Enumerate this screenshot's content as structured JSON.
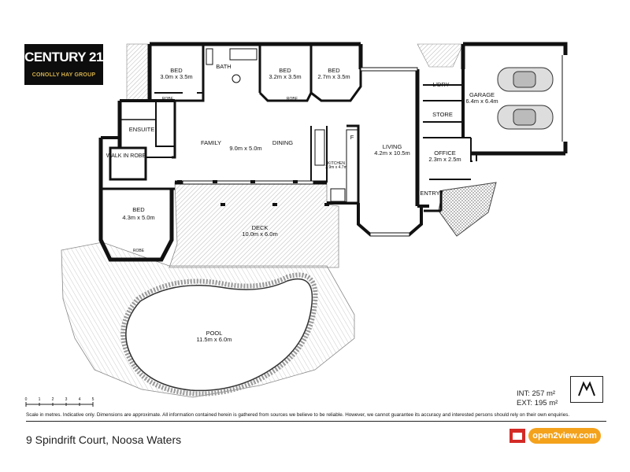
{
  "logo": {
    "brand": "CENTURY 21",
    "group": "CONOLLY HAY GROUP"
  },
  "rooms": {
    "bed1": {
      "name": "BED",
      "size": "3.0m x 3.5m"
    },
    "bath": {
      "name": "BATH"
    },
    "bed2": {
      "name": "BED",
      "size": "3.2m x 3.5m"
    },
    "bed3": {
      "name": "BED",
      "size": "2.7m x 3.5m"
    },
    "laundry": {
      "name": "L'DRY"
    },
    "garage": {
      "name": "GARAGE",
      "size": "6.4m x 6.4m"
    },
    "store": {
      "name": "STORE"
    },
    "ensuite": {
      "name": "ENSUITE"
    },
    "walk_in_robe": {
      "name": "WALK IN ROBE"
    },
    "family": {
      "name": "FAMILY"
    },
    "family_dining_size": "9.0m x 5.0m",
    "dining": {
      "name": "DINING"
    },
    "kitchen": {
      "name": "KITCHEN",
      "size": "2.9m x 4.7m"
    },
    "fridge": "F",
    "living": {
      "name": "LIVING",
      "size": "4.2m x 10.5m"
    },
    "office": {
      "name": "OFFICE",
      "size": "2.3m x 2.5m"
    },
    "entry": {
      "name": "ENTRY"
    },
    "master": {
      "name": "BED",
      "size": "4.3m x 5.0m"
    },
    "deck": {
      "name": "DECK",
      "size": "10.0m x 6.0m"
    },
    "pool": {
      "name": "POOL",
      "size": "11.5m x 6.0m"
    },
    "robe": "ROBE"
  },
  "scale_ticks": [
    "0",
    "1",
    "2",
    "3",
    "4",
    "5"
  ],
  "area": {
    "int": "INT: 257 m²",
    "ext": "EXT: 195 m²"
  },
  "disclaimer": "Scale in metres. Indicative only. Dimensions are approximate. All information contained herein is gathered from sources we believe to be reliable. However, we cannot guarantee its accuracy and interested persons should rely on their own enquiries.",
  "address": "9 Spindrift Court, Noosa Waters",
  "watermark": "open2view.com",
  "icons": [
    "compass-icon",
    "car-icon",
    "open2view-icon"
  ]
}
